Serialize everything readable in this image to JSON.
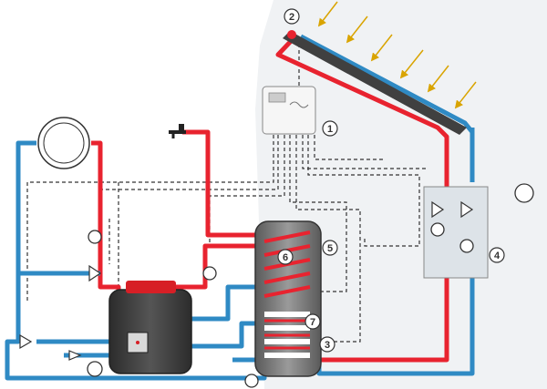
{
  "colors": {
    "hot": "#e8232f",
    "cold": "#2f8ac4",
    "signal": "#333333",
    "sun": "#d9a400",
    "boiler_cap": "#d71f26",
    "collector": "#404040",
    "station": "#dde3e8",
    "background_tint": "#f0f2f4"
  },
  "callouts": [
    {
      "id": "controller",
      "number": "1"
    },
    {
      "id": "collector",
      "number": "2"
    },
    {
      "id": "lower-coil-port",
      "number": "3"
    },
    {
      "id": "solar-station",
      "number": "4"
    },
    {
      "id": "sensor-5",
      "number": "5"
    },
    {
      "id": "upper-coil",
      "number": "6"
    },
    {
      "id": "lower-coil",
      "number": "7"
    }
  ],
  "icons": {
    "sun_rays": "arrow-icon",
    "controller": "controller-box-icon",
    "radiator": "radiator-icon",
    "tap": "water-tap-icon",
    "boiler": "gas-boiler-icon",
    "storage_tank": "storage-tank-icon",
    "pump": "pump-icon",
    "expansion_vessel": "expansion-vessel-icon"
  }
}
